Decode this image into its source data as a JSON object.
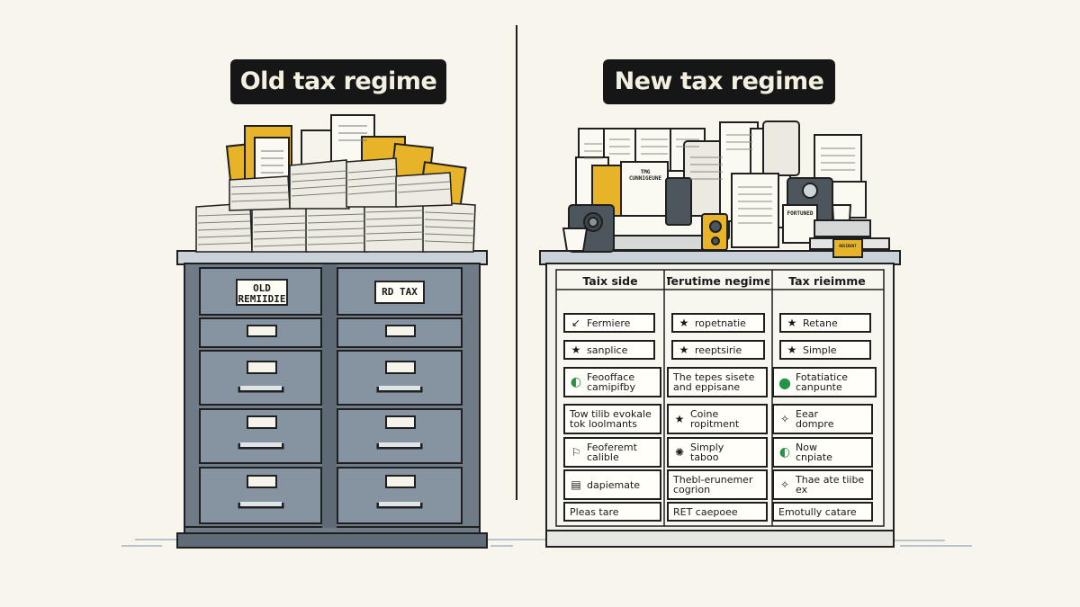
{
  "titles": {
    "old": "Old tax regime",
    "new": "New tax regime"
  },
  "old_cabinet": {
    "left_label": "OLD\nREMIIDIE",
    "right_label": "RD TAX"
  },
  "new_cabinet": {
    "headers": [
      "Taix side",
      "Terutime negime",
      "Tax rieimme"
    ],
    "rows": [
      [
        {
          "icon": "arrow-down-icon",
          "text": "Fermiere"
        },
        {
          "icon": "star-icon",
          "text": "ropetnatie"
        },
        {
          "icon": "star-icon",
          "text": "Retane"
        }
      ],
      [
        {
          "icon": "star-icon",
          "text": "sanplice"
        },
        {
          "icon": "star-icon",
          "text": "reeptsirie"
        },
        {
          "icon": "star-icon",
          "text": "Simple"
        }
      ],
      [
        {
          "icon": "green-circle-icon",
          "text": "Feoofface\ncamipifby"
        },
        {
          "icon": "",
          "text": "The tepes sisete\nand eppisane"
        },
        {
          "icon": "green-circle-icon",
          "text": "Fotatiatice\ncanpunte"
        }
      ],
      [
        {
          "icon": "",
          "text": "Tow tilib evokale\ntok loolmants"
        },
        {
          "icon": "star-icon",
          "text": "Coine\nropitment"
        },
        {
          "icon": "crack-icon",
          "text": "Eear\ndompre"
        }
      ],
      [
        {
          "icon": "flag-icon",
          "text": "Feoferemt\ncalible"
        },
        {
          "icon": "burst-icon",
          "text": "Simply\ntaboo"
        },
        {
          "icon": "green-circle-icon",
          "text": "Now\ncnpiate"
        }
      ],
      [
        {
          "icon": "document-icon",
          "text": "dapiemate"
        },
        {
          "icon": "",
          "text": "Thebl-erunemer\ncogrion"
        },
        {
          "icon": "crack-icon",
          "text": "Thae ate tiibe\nex"
        }
      ],
      [
        {
          "icon": "",
          "text": "Pleas tare"
        },
        {
          "icon": "",
          "text": "RET caepoee"
        },
        {
          "icon": "",
          "text": "Emotully catare"
        }
      ]
    ]
  },
  "papers": {
    "new_folder_label": "TMG\nCUNNIGEUNE",
    "new_doc_label": "FORTUNED",
    "new_sticker_label": "RESIDENT"
  },
  "colors": {
    "background": "#f8f6ec",
    "cabinet_old": "#7d8a96",
    "cabinet_old_drawer": "#8593a0",
    "folder_yellow": "#e7b429",
    "accent_green": "#239447",
    "ink": "#1c1c1c"
  }
}
